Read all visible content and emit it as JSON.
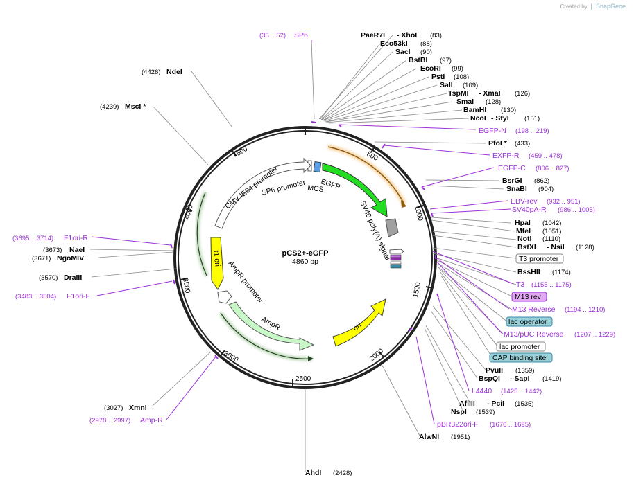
{
  "watermark": {
    "prefix": "Created by",
    "brand": "SnapGene"
  },
  "plasmid": {
    "name": "pCS2+-eGFP",
    "length": "4860 bp"
  },
  "ticks": [
    "500",
    "1000",
    "1500",
    "2000",
    "2500",
    "3000",
    "3500",
    "4000",
    "4500"
  ],
  "enzymes_right": [
    {
      "name": "PaeR7I",
      "sep": "- XhoI",
      "pos": "(83)"
    },
    {
      "name": "Eco53kI",
      "pos": "(88)"
    },
    {
      "name": "SacI",
      "pos": "(90)"
    },
    {
      "name": "BstBI",
      "pos": "(97)"
    },
    {
      "name": "EcoRI",
      "pos": "(99)"
    },
    {
      "name": "PstI",
      "pos": "(108)"
    },
    {
      "name": "SalI",
      "pos": "(109)"
    },
    {
      "name": "TspMI",
      "sep": "- XmaI",
      "pos": "(126)"
    },
    {
      "name": "SmaI",
      "pos": "(128)"
    },
    {
      "name": "BamHI",
      "pos": "(130)"
    },
    {
      "name": "NcoI",
      "sep": "- StyI",
      "pos": "(151)"
    }
  ],
  "primers_right": [
    {
      "name": "EGFP-N",
      "pos": "(198 .. 219)"
    },
    {
      "name": "EXFP-R",
      "pos": "(459 .. 478)"
    },
    {
      "name": "EGFP-C",
      "pos": "(806 .. 827)"
    },
    {
      "name": "EBV-rev",
      "pos": "(932 .. 951)"
    },
    {
      "name": "SV40pA-R",
      "pos": "(986 .. 1005)"
    }
  ],
  "enzymes_right2": [
    {
      "name": "PfoI *",
      "pos": "(433)"
    },
    {
      "name": "BsrGI",
      "pos": "(862)"
    },
    {
      "name": "SnaBI",
      "pos": "(904)"
    },
    {
      "name": "HpaI",
      "pos": "(1042)"
    },
    {
      "name": "MfeI",
      "pos": "(1051)"
    },
    {
      "name": "NotI",
      "pos": "(1110)"
    },
    {
      "name": "BstXI",
      "sep": "- NsiI",
      "pos": "(1128)"
    },
    {
      "name": "BssHII",
      "pos": "(1174)"
    }
  ],
  "features_right": {
    "t3_promoter": "T3 promoter",
    "t3": "T3",
    "t3_pos": "(1155 .. 1175)",
    "m13_rev": "M13 rev",
    "m13_reverse": "M13 Reverse",
    "m13_reverse_pos": "(1194 .. 1210)",
    "lac_operator": "lac operator",
    "m13_puc": "M13/pUC Reverse",
    "m13_puc_pos": "(1207 .. 1229)",
    "lac_promoter": "lac promoter",
    "cap": "CAP binding site"
  },
  "enzymes_bottom_right": [
    {
      "name": "PvuII",
      "pos": "(1359)"
    },
    {
      "name": "BspQI",
      "sep": "- SapI",
      "pos": "(1419)"
    },
    {
      "name": "AflIII",
      "sep": "- PciI",
      "pos": "(1535)"
    },
    {
      "name": "NspI",
      "pos": "(1539)"
    },
    {
      "name": "AlwNI",
      "pos": "(1951)"
    },
    {
      "name": "AhdI",
      "pos": "(2428)"
    }
  ],
  "primers_bottom_right": [
    {
      "name": "L4440",
      "pos": "(1425 .. 1442)"
    },
    {
      "name": "pBR322ori-F",
      "pos": "(1676 .. 1695)"
    }
  ],
  "left": {
    "sp6": {
      "name": "SP6",
      "pos": "(35 .. 52)"
    },
    "ndei": {
      "name": "NdeI",
      "pos": "(4426)"
    },
    "msci": {
      "name": "MscI *",
      "pos": "(4239)"
    },
    "f1ori_r": {
      "name": "F1ori-R",
      "pos": "(3695 .. 3714)"
    },
    "naei": {
      "name": "NaeI",
      "pos": "(3673)"
    },
    "ngomiv": {
      "name": "NgoMIV",
      "pos": "(3671)"
    },
    "draiii": {
      "name": "DraIII",
      "pos": "(3570)"
    },
    "f1ori_f": {
      "name": "F1ori-F",
      "pos": "(3483 .. 3504)"
    },
    "xmni": {
      "name": "XmnI",
      "pos": "(3027)"
    },
    "amp_r": {
      "name": "Amp-R",
      "pos": "(2978 .. 2997)"
    }
  },
  "features": {
    "egfp": "EGFP",
    "mcs": "MCS",
    "sp6_promoter": "SP6 promoter",
    "cmv": "CMV IE94 promoter",
    "sv40": "SV40 poly(A) signal",
    "f1ori": "f1 ori",
    "ampr_promoter": "AmpR promoter",
    "ampr": "AmpR",
    "ori": "ori"
  },
  "colors": {
    "egfp": "#22dd22",
    "f1ori": "#ffff00",
    "ori": "#ffff00",
    "ampr": "#c8f7c8",
    "primer": "#9b30d9",
    "orange_arc": "#f0a030"
  }
}
